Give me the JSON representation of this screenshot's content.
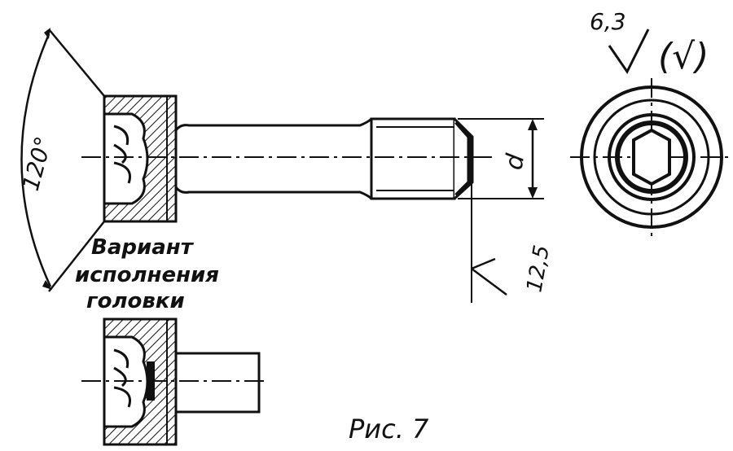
{
  "drawing": {
    "angle_label": "120°",
    "roughness_main": "6,3",
    "roughness_rest": "(√)",
    "thread_diameter_label": "d",
    "surface_roughness_side": "12,5",
    "variant_note": [
      "Вариант",
      "исполнения",
      "головки"
    ],
    "figure_caption": "Рис. 7"
  },
  "colors": {
    "ink": "#111111",
    "paper": "#ffffff"
  }
}
